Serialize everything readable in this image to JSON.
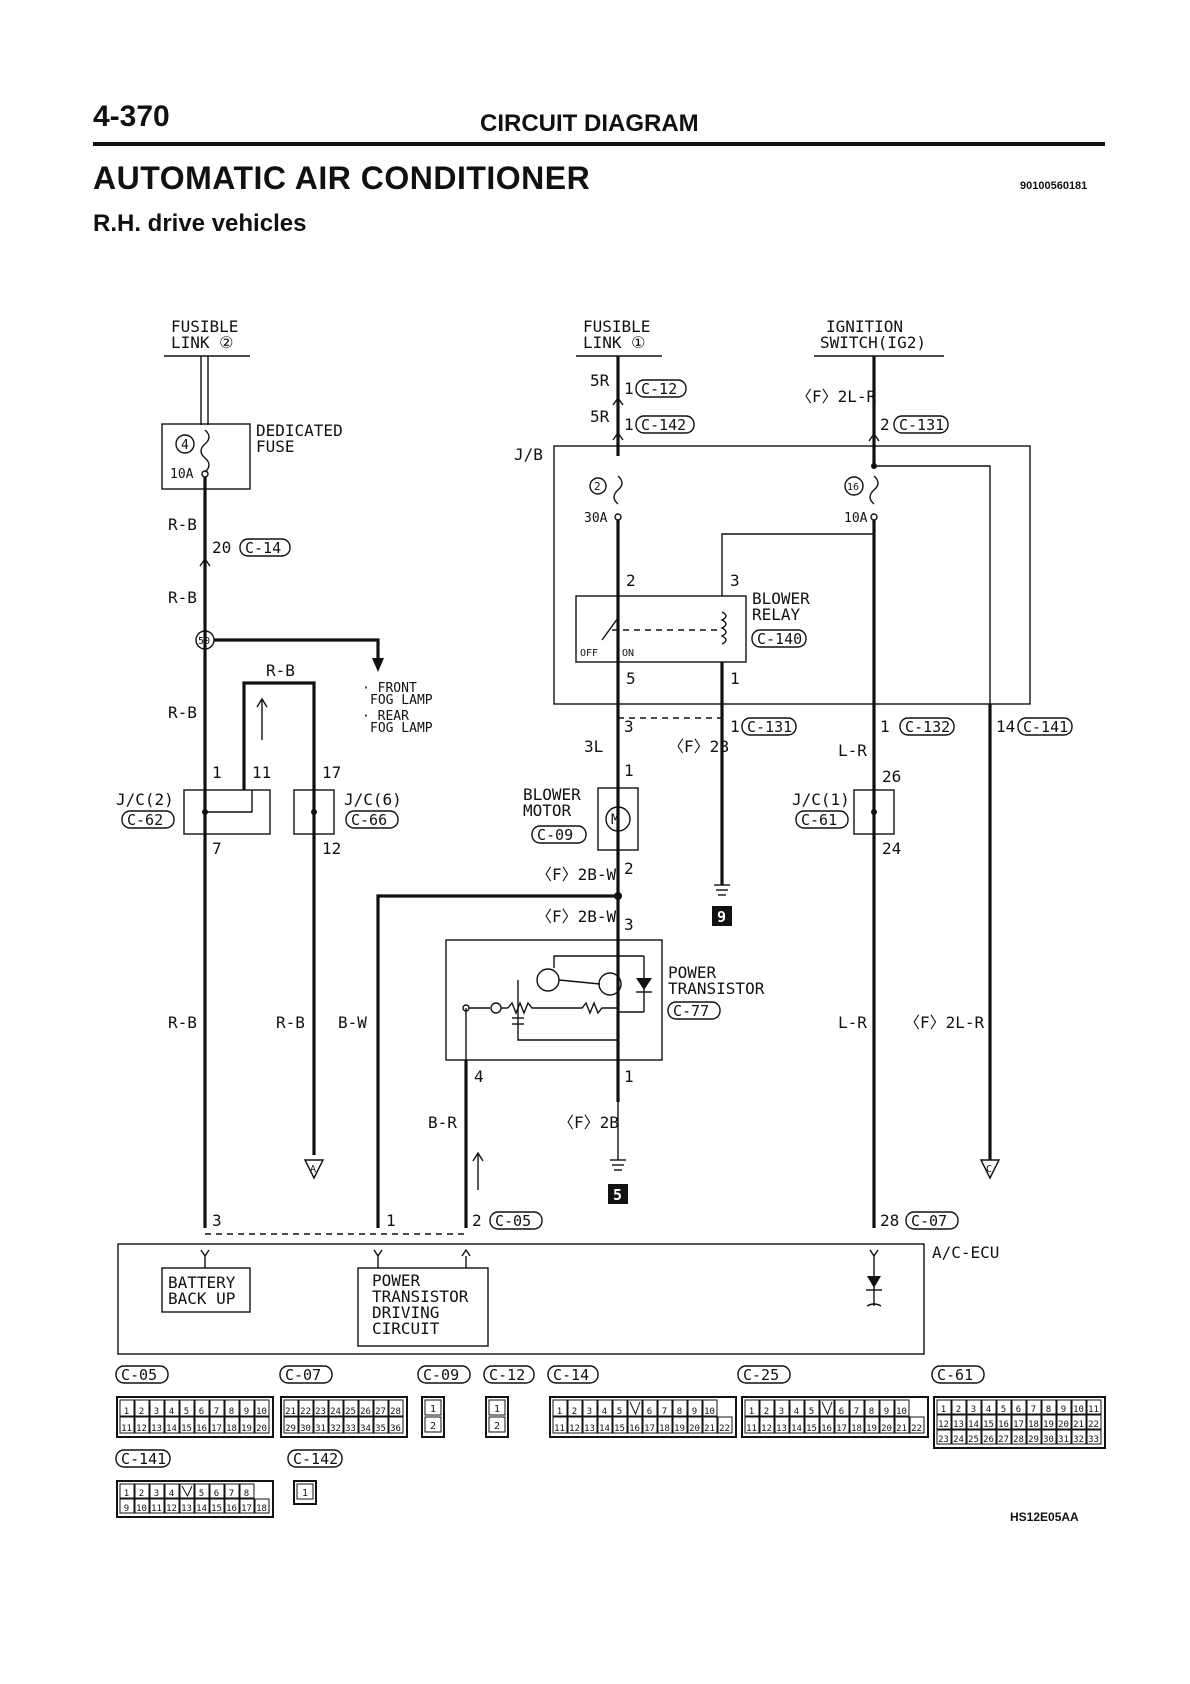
{
  "header": {
    "page_number": "4-370",
    "section": "CIRCUIT DIAGRAM",
    "title": "AUTOMATIC AIR CONDITIONER",
    "code": "90100560181",
    "subtitle": "R.H. drive vehicles"
  },
  "footer": {
    "figure_code": "HS12E05AA"
  },
  "labels": {
    "fusible_link_2": [
      "FUSIBLE",
      "LINK ②"
    ],
    "fusible_link_1": [
      "FUSIBLE",
      "LINK ①"
    ],
    "ignition_switch": [
      "IGNITION",
      "SWITCH(IG2)"
    ],
    "dedicated_fuse": [
      "DEDICATED",
      "FUSE"
    ],
    "jb": "J/B",
    "blower_relay": [
      "BLOWER",
      "RELAY"
    ],
    "blower_motor": [
      "BLOWER",
      "MOTOR"
    ],
    "power_transistor": [
      "POWER",
      "TRANSISTOR"
    ],
    "front_fog_lamp": [
      "· FRONT",
      "FOG LAMP"
    ],
    "rear_fog_lamp": [
      "· REAR",
      "FOG LAMP"
    ],
    "jc2": "J/C(2)",
    "jc6": "J/C(6)",
    "jc1": "J/C(1)",
    "ac_ecu": "A/C-ECU",
    "battery_backup": [
      "BATTERY",
      "BACK UP"
    ],
    "pt_driving": [
      "POWER",
      "TRANSISTOR",
      "DRIVING",
      "CIRCUIT"
    ],
    "off": "OFF",
    "on": "ON",
    "fuse_4": "4",
    "fuse_2": "2",
    "fuse_16": "16",
    "splice_50": "50",
    "ground_9": "9",
    "ground_5": "5",
    "terminal_a": "A",
    "terminal_c": "C"
  },
  "fuses": {
    "f4_rating": "10A",
    "f2_rating": "30A",
    "f16_rating": "10A"
  },
  "wires": {
    "rb": "R-B",
    "bw": "B-W",
    "br": "B-R",
    "r5": "5R",
    "f2lr": "〈F〉2L-R",
    "f2b": "〈F〉2B",
    "l3": "3L",
    "lr": "L-R",
    "f2bw": "〈F〉2B-W"
  },
  "connectors": {
    "c05": "C-05",
    "c07": "C-07",
    "c09": "C-09",
    "c12": "C-12",
    "c14": "C-14",
    "c25": "C-25",
    "c61": "C-61",
    "c62": "C-62",
    "c66": "C-66",
    "c77": "C-77",
    "c131": "C-131",
    "c132": "C-132",
    "c140": "C-140",
    "c141": "C-141",
    "c142": "C-142"
  },
  "pins": {
    "p1": "1",
    "p2": "2",
    "p3": "3",
    "p4": "4",
    "p5": "5",
    "p7": "7",
    "p11": "11",
    "p12": "12",
    "p14": "14",
    "p17": "17",
    "p20": "20",
    "p24": "24",
    "p26": "26",
    "p28": "28"
  },
  "connector_pins": {
    "c05": {
      "row1": [
        "1",
        "2",
        "3",
        "4",
        "5",
        "6",
        "7",
        "8",
        "9",
        "10"
      ],
      "row2": [
        "11",
        "12",
        "13",
        "14",
        "15",
        "16",
        "17",
        "18",
        "19",
        "20"
      ]
    },
    "c07": {
      "row1": [
        "21",
        "22",
        "23",
        "24",
        "25",
        "26",
        "27",
        "28"
      ],
      "row2": [
        "29",
        "30",
        "31",
        "32",
        "33",
        "34",
        "35",
        "36"
      ]
    },
    "c09": [
      "1",
      "2"
    ],
    "c12": [
      "1",
      "2"
    ],
    "c14": {
      "row1": [
        "1",
        "2",
        "3",
        "4",
        "5",
        "",
        "6",
        "7",
        "8",
        "9",
        "10"
      ],
      "row2": [
        "11",
        "12",
        "13",
        "14",
        "15",
        "16",
        "17",
        "18",
        "19",
        "20",
        "21",
        "22"
      ]
    },
    "c25": {
      "row1": [
        "1",
        "2",
        "3",
        "4",
        "5",
        "",
        "6",
        "7",
        "8",
        "9",
        "10"
      ],
      "row2": [
        "11",
        "12",
        "13",
        "14",
        "15",
        "16",
        "17",
        "18",
        "19",
        "20",
        "21",
        "22"
      ]
    },
    "c61": {
      "row1": [
        "1",
        "2",
        "3",
        "4",
        "5",
        "6",
        "7",
        "8",
        "9",
        "10",
        "11"
      ],
      "row2": [
        "12",
        "13",
        "14",
        "15",
        "16",
        "17",
        "18",
        "19",
        "20",
        "21",
        "22"
      ],
      "row3": [
        "23",
        "24",
        "25",
        "26",
        "27",
        "28",
        "29",
        "30",
        "31",
        "32",
        "33"
      ]
    },
    "c141": {
      "row1": [
        "1",
        "2",
        "3",
        "4",
        "",
        "5",
        "6",
        "7",
        "8"
      ],
      "row2": [
        "9",
        "10",
        "11",
        "12",
        "13",
        "14",
        "15",
        "16",
        "17",
        "18"
      ]
    },
    "c142": [
      "1"
    ]
  }
}
